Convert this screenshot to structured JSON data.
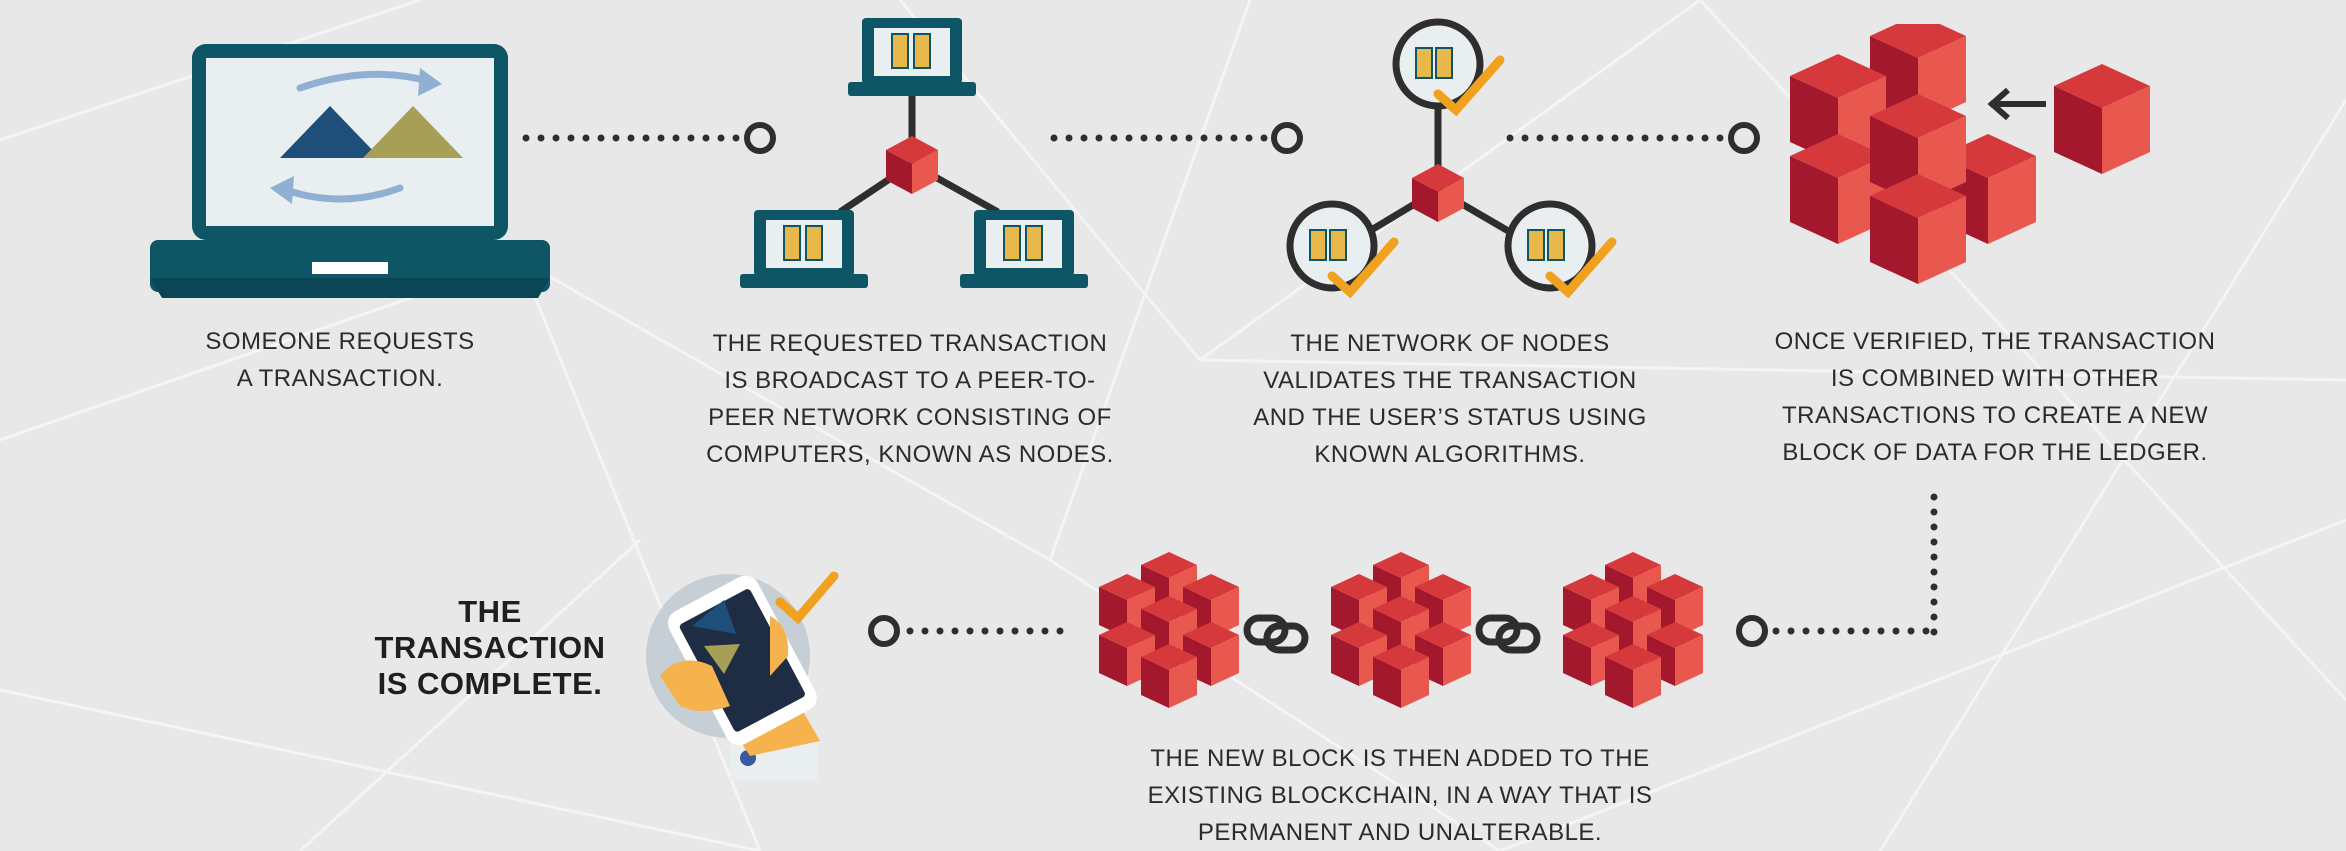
{
  "steps": [
    {
      "lines": [
        "SOMEONE REQUESTS",
        "A TRANSACTION."
      ]
    },
    {
      "lines": [
        "THE REQUESTED TRANSACTION",
        "IS BROADCAST TO A PEER-TO-",
        "PEER NETWORK CONSISTING OF",
        "COMPUTERS, KNOWN AS NODES."
      ]
    },
    {
      "lines": [
        "THE NETWORK OF NODES",
        "VALIDATES THE TRANSACTION",
        "AND THE USER’S STATUS USING",
        "KNOWN ALGORITHMS."
      ]
    },
    {
      "lines": [
        "ONCE VERIFIED, THE TRANSACTION",
        "IS COMBINED WITH OTHER",
        "TRANSACTIONS TO CREATE A NEW",
        "BLOCK OF DATA FOR THE LEDGER."
      ]
    },
    {
      "lines": [
        "THE NEW BLOCK IS THEN ADDED TO THE",
        "EXISTING BLOCKCHAIN, IN A WAY THAT IS",
        "PERMANENT AND UNALTERABLE."
      ]
    }
  ],
  "complete": {
    "lines": [
      "THE",
      "TRANSACTION",
      "IS COMPLETE."
    ]
  },
  "colors": {
    "background": "#e8e8e8",
    "teal_dark": "#0e5566",
    "teal_screen": "#e9eef0",
    "navy_triangle": "#1e4f7a",
    "olive_triangle": "#a79f55",
    "arrow_blue": "#8fb0d3",
    "cube_top": "#d6393c",
    "cube_left": "#a3182d",
    "cube_right": "#e8584e",
    "check": "#f0a21e",
    "dots": "#2e2e2e",
    "window_yellow": "#e8b84a"
  },
  "icons": [
    "laptop-icon",
    "peer-network-icon",
    "validating-nodes-icon",
    "new-block-icon",
    "blockchain-icon",
    "smartphone-check-icon"
  ]
}
